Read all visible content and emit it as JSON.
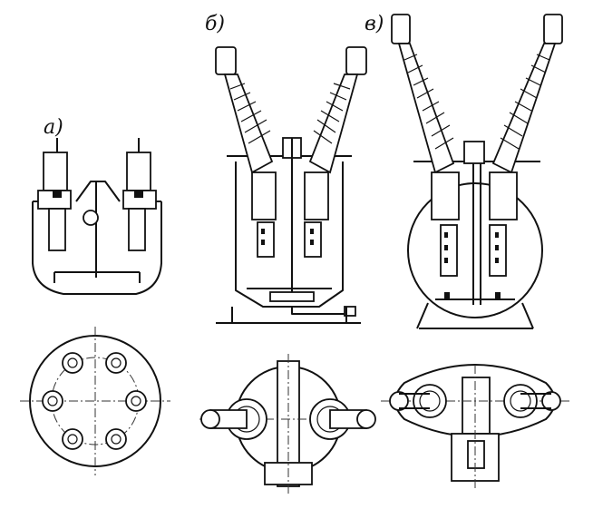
{
  "labels": {
    "variant_a": "а)",
    "variant_b": "б)",
    "variant_v": "в)"
  },
  "colors": {
    "ink": "#111111",
    "paper": "#ffffff"
  }
}
